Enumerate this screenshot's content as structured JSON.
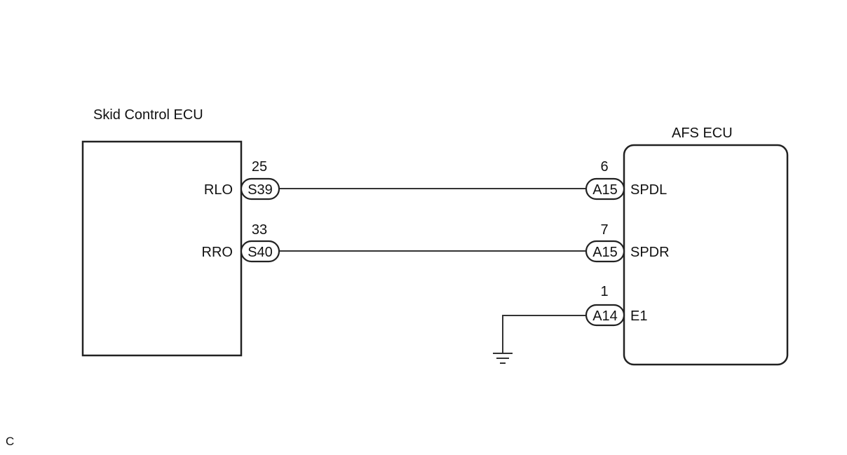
{
  "ecus": {
    "skid": {
      "title": "Skid Control ECU"
    },
    "afs": {
      "title": "AFS ECU"
    }
  },
  "circuits": [
    {
      "left_pin": "25",
      "left_connector": "S39",
      "left_terminal": "RLO",
      "right_pin": "6",
      "right_connector": "A15",
      "right_terminal": "SPDL"
    },
    {
      "left_pin": "33",
      "left_connector": "S40",
      "left_terminal": "RRO",
      "right_pin": "7",
      "right_connector": "A15",
      "right_terminal": "SPDR"
    }
  ],
  "ground_circuit": {
    "pin": "1",
    "connector": "A14",
    "terminal": "E1"
  },
  "corner_label": "C",
  "colors": {
    "line": "#333333",
    "outline": "#222222",
    "text": "#111111"
  }
}
